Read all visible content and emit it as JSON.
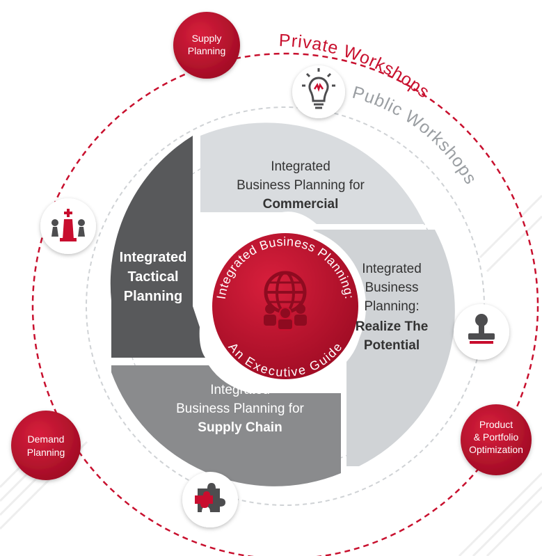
{
  "colors": {
    "brand_red": "#c8102e",
    "dark_red": "#a90d27",
    "panel_dark": "#58595b",
    "panel_mid": "#8a8b8d",
    "panel_light": "#d7dadd",
    "panel_lighter": "#e5e7e9",
    "ring_dashes_gray": "#cfd2d5",
    "icon_gray": "#4d4d4f"
  },
  "rings": {
    "outer_label": "Private Workshops",
    "inner_label": "Public Workshops"
  },
  "center": {
    "arc_top": "Integrated Business Planning:",
    "arc_bottom": "An Executive Guide",
    "icon": "globe-people-icon"
  },
  "quadrants": {
    "tactical": {
      "lines": [
        "Integrated",
        "Tactical",
        "Planning"
      ]
    },
    "commercial": {
      "line1": "Integrated",
      "line2": "Business Planning for",
      "bold": "Commercial"
    },
    "potential": {
      "line1": "Integrated",
      "line2": "Business",
      "line3": "Planning:",
      "bold1": "Realize The",
      "bold2": "Potential"
    },
    "supply_chain": {
      "line1": "Integrated",
      "line2": "Business Planning for",
      "bold": "Supply Chain"
    }
  },
  "private_badges": {
    "supply": [
      "Supply",
      "Planning"
    ],
    "demand": [
      "Demand",
      "Planning"
    ],
    "product": [
      "Product",
      "& Portfolio",
      "Optimization"
    ]
  },
  "icons": {
    "lightbulb": "lightbulb-icon",
    "chess": "chess-pieces-icon",
    "stamp": "stamp-icon",
    "puzzle": "puzzle-icon"
  }
}
